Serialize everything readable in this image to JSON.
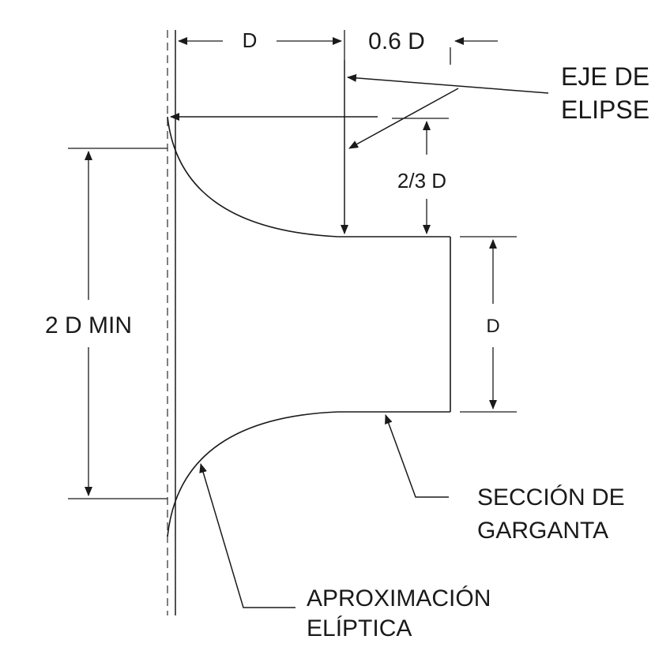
{
  "labels": {
    "dim_d_top": "D",
    "dim_06d": "0.6 D",
    "axis_label_line1": "EJE DE",
    "axis_label_line2": "ELIPSE",
    "dim_23d": "2/3 D",
    "dim_2dmin": "2 D MIN",
    "dim_d_throat": "D",
    "throat_label_line1": "SECCIÓN DE",
    "throat_label_line2": "GARGANTA",
    "elliptic_label_line1": "APROXIMACIÓN",
    "elliptic_label_line2": "ELÍPTICA"
  },
  "colors": {
    "ink": "#1a1a1a",
    "background": "#ffffff"
  }
}
